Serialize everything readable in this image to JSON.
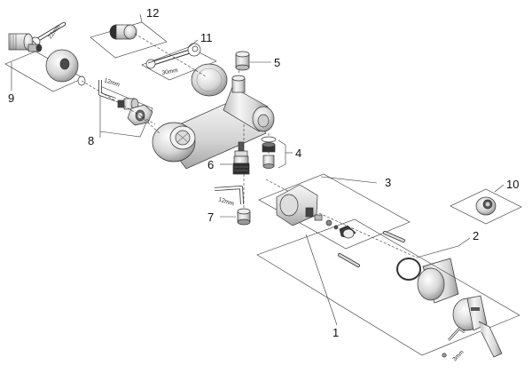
{
  "callouts": {
    "c1": "1",
    "c2": "2",
    "c3": "3",
    "c4": "4",
    "c5": "5",
    "c6": "6",
    "c7": "7",
    "c8": "8",
    "c9": "9",
    "c10": "10",
    "c11": "11",
    "c12": "12"
  },
  "dimensions": {
    "hex_key_top": "12mm",
    "hex_key_bottom": "12mm",
    "spanner_top": "22mm",
    "spanner_mid": "30mm",
    "allen_key": "3mm"
  },
  "colors": {
    "line": "#333333",
    "chrome_light": "#f2f2f2",
    "chrome_mid": "#cfcfcf",
    "chrome_dark": "#8a8a8a",
    "dark_part": "#3a3a3a"
  }
}
